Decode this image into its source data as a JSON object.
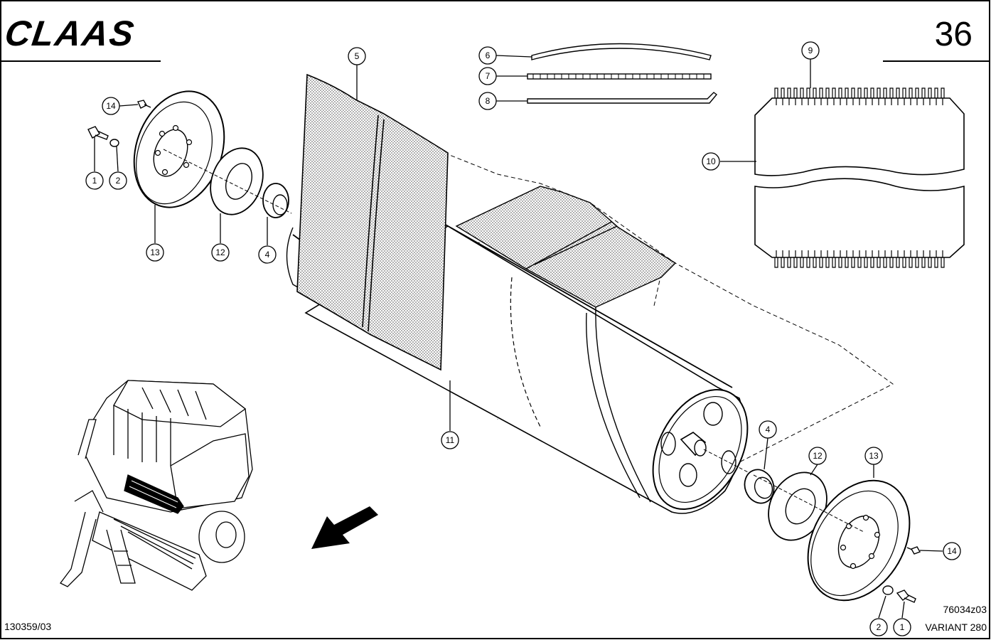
{
  "header": {
    "brand": "CLAAS",
    "page_number": "36"
  },
  "footer": {
    "doc_number": "130359/03",
    "drawing_id": "76034z03",
    "model": "VARIANT 280"
  },
  "callouts": {
    "c1": "1",
    "c2": "2",
    "c4": "4",
    "c5": "5",
    "c6": "6",
    "c7": "7",
    "c8": "8",
    "c9": "9",
    "c10": "10",
    "c11": "11",
    "c12": "12",
    "c13": "13",
    "c14": "14"
  },
  "colors": {
    "ink": "#000000",
    "paper": "#ffffff",
    "texture": "#9a9a9a"
  }
}
